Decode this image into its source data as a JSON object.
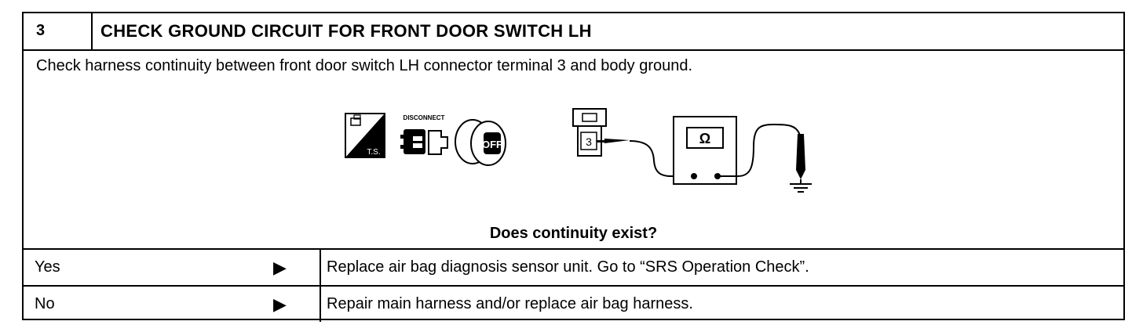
{
  "step": {
    "number": "3",
    "title": "CHECK GROUND CIRCUIT FOR FRONT DOOR SWITCH LH"
  },
  "instruction": "Check harness continuity between front door switch LH connector terminal 3 and body ground.",
  "diagram": {
    "icons": {
      "ts_label": "T.S.",
      "disconnect_label": "DISCONNECT",
      "off_label": "OFF"
    },
    "terminal_label": "3",
    "meter_symbol": "Ω"
  },
  "question": "Does continuity exist?",
  "results": [
    {
      "answer": "Yes",
      "action": "Replace air bag diagnosis sensor unit. Go to “SRS Operation Check”."
    },
    {
      "answer": "No",
      "action": "Repair main harness and/or replace air bag harness."
    }
  ],
  "arrow_glyph": "▶"
}
